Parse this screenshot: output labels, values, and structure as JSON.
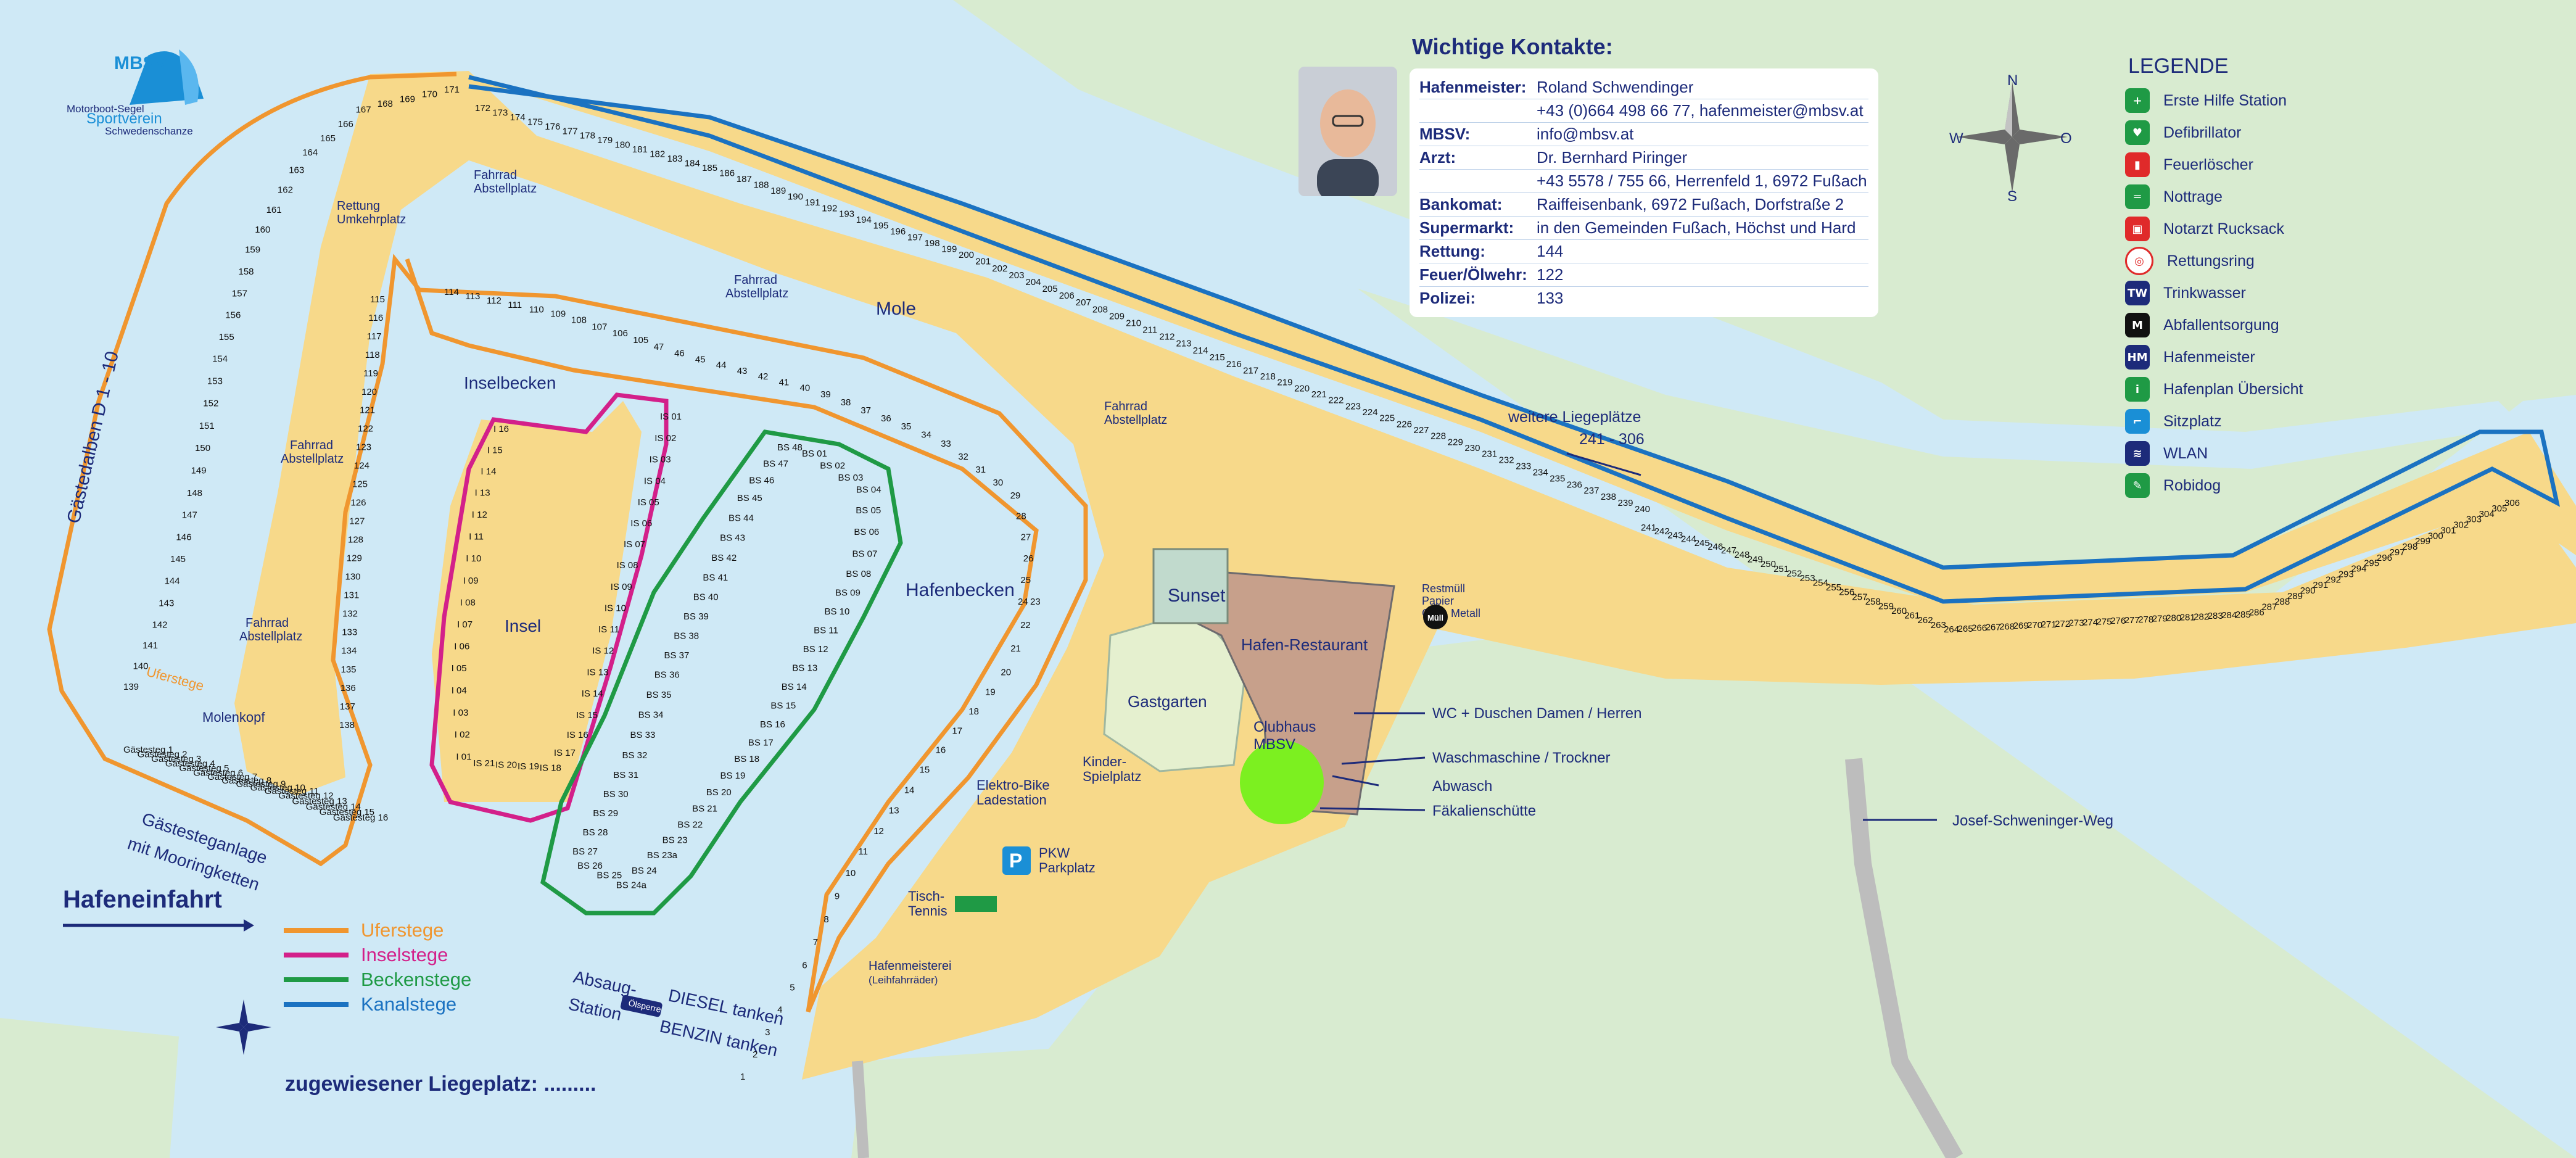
{
  "logo": {
    "short": "MBSV",
    "line1": "Motorboot-Segel",
    "line2": "Sportverein",
    "line3": "Schwedenschanze"
  },
  "contacts": {
    "title": "Wichtige Kontakte:",
    "rows": [
      {
        "label": "Hafenmeister:",
        "value": "Roland Schwendinger"
      },
      {
        "label": "",
        "value": "+43 (0)664 498 66 77, hafenmeister@mbsv.at"
      },
      {
        "label": "MBSV:",
        "value": "info@mbsv.at"
      },
      {
        "label": "Arzt:",
        "value": "Dr. Bernhard Piringer"
      },
      {
        "label": "",
        "value": "+43 5578 / 755 66, Herrenfeld 1, 6972 Fußach"
      },
      {
        "label": "Bankomat:",
        "value": "Raiffeisenbank, 6972 Fußach, Dorfstraße 2"
      },
      {
        "label": "Supermarkt:",
        "value": "in den Gemeinden Fußach, Höchst und Hard"
      },
      {
        "label": "Rettung:",
        "value": "144"
      },
      {
        "label": "Feuer/Ölwehr:",
        "value": "122"
      },
      {
        "label": "Polizei:",
        "value": "133"
      }
    ]
  },
  "legend": {
    "title": "LEGENDE",
    "items": [
      {
        "label": "Erste Hilfe Station",
        "icon": "first-aid-icon",
        "color": "#1f9a45",
        "glyph": "+"
      },
      {
        "label": "Defibrillator",
        "icon": "defibrillator-icon",
        "color": "#1f9a45",
        "glyph": "♥"
      },
      {
        "label": "Feuerlöscher",
        "icon": "fire-extinguisher-icon",
        "color": "#e02a2a",
        "glyph": "▮"
      },
      {
        "label": "Nottrage",
        "icon": "stretcher-icon",
        "color": "#1f9a45",
        "glyph": "═"
      },
      {
        "label": "Notarzt Rucksack",
        "icon": "emergency-backpack-icon",
        "color": "#e02a2a",
        "glyph": "▣"
      },
      {
        "label": "Rettungsring",
        "icon": "life-ring-icon",
        "color": "#ffffff",
        "glyph": "◎"
      },
      {
        "label": "Trinkwasser",
        "icon": "drinking-water-icon",
        "color": "#1d2b7a",
        "glyph": "TW"
      },
      {
        "label": "Abfallentsorgung",
        "icon": "waste-disposal-icon",
        "color": "#111111",
        "glyph": "M"
      },
      {
        "label": "Hafenmeister",
        "icon": "harbour-master-icon",
        "color": "#1d2b7a",
        "glyph": "HM"
      },
      {
        "label": "Hafenplan Übersicht",
        "icon": "info-icon",
        "color": "#1f9a45",
        "glyph": "i"
      },
      {
        "label": "Sitzplatz",
        "icon": "seat-icon",
        "color": "#1a8fd6",
        "glyph": "⌐"
      },
      {
        "label": "WLAN",
        "icon": "wifi-icon",
        "color": "#1d2b7a",
        "glyph": "≋"
      },
      {
        "label": "Robidog",
        "icon": "robidog-icon",
        "color": "#1f9a45",
        "glyph": "✎"
      }
    ]
  },
  "stege": {
    "title": "Hafeneinfahrt",
    "items": [
      {
        "label": "Uferstege",
        "color": "#f0962f"
      },
      {
        "label": "Inselstege",
        "color": "#d3208a"
      },
      {
        "label": "Beckenstege",
        "color": "#1f9a45"
      },
      {
        "label": "Kanalstege",
        "color": "#1b72c1"
      }
    ]
  },
  "assigned": "zugewiesener Liegeplatz: .........",
  "labels": {
    "gaestedalben": "Gästedalben D 1 - 10",
    "gaestesteg": "Gästesteganlage",
    "mooring": "mit Mooringketten",
    "molenkopf": "Molenkopf",
    "uferstege": "Uferstege",
    "rettung": "Rettung",
    "umkehrplatz": "Umkehrplatz",
    "fahrrad": "Fahrrad",
    "abstellplatz": "Abstellplatz",
    "inselbecken": "Inselbecken",
    "insel": "Insel",
    "mole": "Mole",
    "hafenbecken": "Hafenbecken",
    "weitere": "weitere Liegeplätze",
    "weitere_nr": "241 - 306",
    "sunset": "Sunset",
    "restaurant": "Hafen-Restaurant",
    "gastgarten": "Gastgarten",
    "clubhaus": "Clubhaus",
    "mbsv": "MBSV",
    "kinder1": "Kinder-",
    "kinder2": "Spielplatz",
    "ebike1": "Elektro-Bike",
    "ebike2": "Ladestation",
    "pkw1": "PKW",
    "pkw2": "Parkplatz",
    "tisch1": "Tisch-",
    "tisch2": "Tennis",
    "hafenmeisterei": "Hafenmeisterei",
    "leihfahrraeder": "(Leihfahrräder)",
    "absaug1": "Absaug-",
    "absaug2": "Station",
    "diesel": "DIESEL tanken",
    "benzin": "BENZIN tanken",
    "oelsperre": "Ölsperre",
    "restmuell1": "Restmüll",
    "restmuell2": "Papier",
    "restmuell3": "Glas, Metall",
    "muell": "Müll",
    "wc": "WC + Duschen Damen / Herren",
    "waschmaschine": "Waschmaschine / Trockner",
    "abwasch": "Abwasch",
    "faekalien": "Fäkalienschütte",
    "weg": "Josef-Schweninger-Weg",
    "compass_n": "N",
    "compass_s": "S",
    "compass_w": "W",
    "compass_o": "O"
  },
  "berths": {
    "outer_left": [
      "139",
      "140",
      "141",
      "142",
      "143",
      "144",
      "145",
      "146",
      "147",
      "148",
      "149",
      "150",
      "151",
      "152",
      "153",
      "154",
      "155",
      "156",
      "157",
      "158",
      "159",
      "160",
      "161",
      "162",
      "163",
      "164",
      "165",
      "166",
      "167",
      "168",
      "169",
      "170",
      "171"
    ],
    "inner_left": [
      "115",
      "116",
      "117",
      "118",
      "119",
      "120",
      "121",
      "122",
      "123",
      "124",
      "125",
      "126",
      "127",
      "128",
      "129",
      "130",
      "131",
      "132",
      "133",
      "134",
      "135",
      "136",
      "137",
      "138"
    ],
    "mole_inner": [
      "114",
      "113",
      "112",
      "111",
      "110",
      "109",
      "108",
      "107",
      "106",
      "105",
      "47",
      "46",
      "45",
      "44",
      "43",
      "42",
      "41",
      "40",
      "39",
      "38",
      "37",
      "36",
      "35",
      "34",
      "33",
      "32",
      "31",
      "30",
      "29",
      "28",
      "27",
      "26",
      "25",
      "24"
    ],
    "channel_top": [
      "172",
      "173",
      "174",
      "175",
      "176",
      "177",
      "178",
      "179",
      "180",
      "181",
      "182",
      "183",
      "184",
      "185",
      "186",
      "187",
      "188",
      "189",
      "190",
      "191",
      "192",
      "193",
      "194",
      "195",
      "196",
      "197",
      "198",
      "199",
      "200",
      "201",
      "202",
      "203",
      "204",
      "205",
      "206",
      "207",
      "208",
      "209",
      "210",
      "211",
      "212",
      "213",
      "214",
      "215",
      "216",
      "217",
      "218",
      "219",
      "220",
      "221",
      "222",
      "223",
      "224",
      "225",
      "226",
      "227",
      "228",
      "229",
      "230",
      "231",
      "232",
      "233",
      "234",
      "235",
      "236",
      "237",
      "238",
      "239",
      "240"
    ],
    "channel_far": [
      "241",
      "242",
      "243",
      "244",
      "245",
      "246",
      "247",
      "248",
      "249",
      "250",
      "251",
      "252",
      "253",
      "254",
      "255",
      "256",
      "257",
      "258",
      "259",
      "260",
      "261",
      "262",
      "263",
      "264",
      "265",
      "266",
      "267",
      "268",
      "269",
      "270",
      "271",
      "272",
      "273",
      "274",
      "275",
      "276",
      "277",
      "278",
      "279",
      "280",
      "281",
      "282",
      "283",
      "284",
      "285",
      "286",
      "287",
      "288",
      "289",
      "290",
      "291",
      "292",
      "293",
      "294",
      "295",
      "296",
      "297",
      "298",
      "299",
      "300",
      "301",
      "302",
      "303",
      "304",
      "305",
      "306"
    ],
    "entrance": [
      "23",
      "22",
      "21",
      "20",
      "19",
      "18",
      "17",
      "16",
      "15",
      "14",
      "13",
      "12",
      "11",
      "10",
      "9",
      "8",
      "7",
      "6",
      "5",
      "4",
      "3",
      "2",
      "1"
    ],
    "island": [
      "IS 01",
      "IS 02",
      "IS 03",
      "IS 04",
      "IS 05",
      "IS 06",
      "IS 07",
      "IS 08",
      "IS 09",
      "IS 10",
      "IS 11",
      "IS 12",
      "IS 13",
      "IS 14",
      "IS 15",
      "IS 16",
      "IS 17",
      "IS 18",
      "IS 19",
      "IS 20",
      "IS 21",
      "I 01",
      "I 02",
      "I 03",
      "I 04",
      "I 05",
      "I 06",
      "I 07",
      "I 08",
      "I 09",
      "I 10",
      "I 11",
      "I 12",
      "I 13",
      "I 14",
      "I 15",
      "I 16"
    ],
    "basin": [
      "BS 01",
      "BS 02",
      "BS 03",
      "BS 04",
      "BS 05",
      "BS 06",
      "BS 07",
      "BS 08",
      "BS 09",
      "BS 10",
      "BS 11",
      "BS 12",
      "BS 13",
      "BS 14",
      "BS 15",
      "BS 16",
      "BS 17",
      "BS 18",
      "BS 19",
      "BS 20",
      "BS 21",
      "BS 22",
      "BS 23",
      "BS 23a",
      "BS 24",
      "BS 24a",
      "BS 25",
      "BS 26",
      "BS 27",
      "BS 28",
      "BS 29",
      "BS 30",
      "BS 31",
      "BS 32",
      "BS 33",
      "BS 34",
      "BS 35",
      "BS 36",
      "BS 37",
      "BS 38",
      "BS 39",
      "BS 40",
      "BS 41",
      "BS 42",
      "BS 43",
      "BS 44",
      "BS 45",
      "BS 46",
      "BS 47",
      "BS 48"
    ],
    "guest": [
      "Gästesteg 1",
      "Gästesteg 2",
      "Gästesteg 3",
      "Gästesteg 4",
      "Gästesteg 5",
      "Gästesteg 6",
      "Gästesteg 7",
      "Gästesteg 8",
      "Gästesteg 9",
      "Gästesteg 10",
      "Gästesteg 11",
      "Gästesteg 12",
      "Gästesteg 13",
      "Gästesteg 14",
      "Gästesteg 15",
      "Gästesteg 16"
    ]
  },
  "colors": {
    "water": "#cfe9f6",
    "land": "#d8ebd0",
    "pier": "#f7d98a",
    "plank": "#f2b36c",
    "uferstege": "#f0962f",
    "inselstege": "#d3208a",
    "beckenstege": "#1f9a45",
    "kanalstege": "#1b72c1",
    "text": "#1d2b7a",
    "building": "#c7a08b"
  }
}
